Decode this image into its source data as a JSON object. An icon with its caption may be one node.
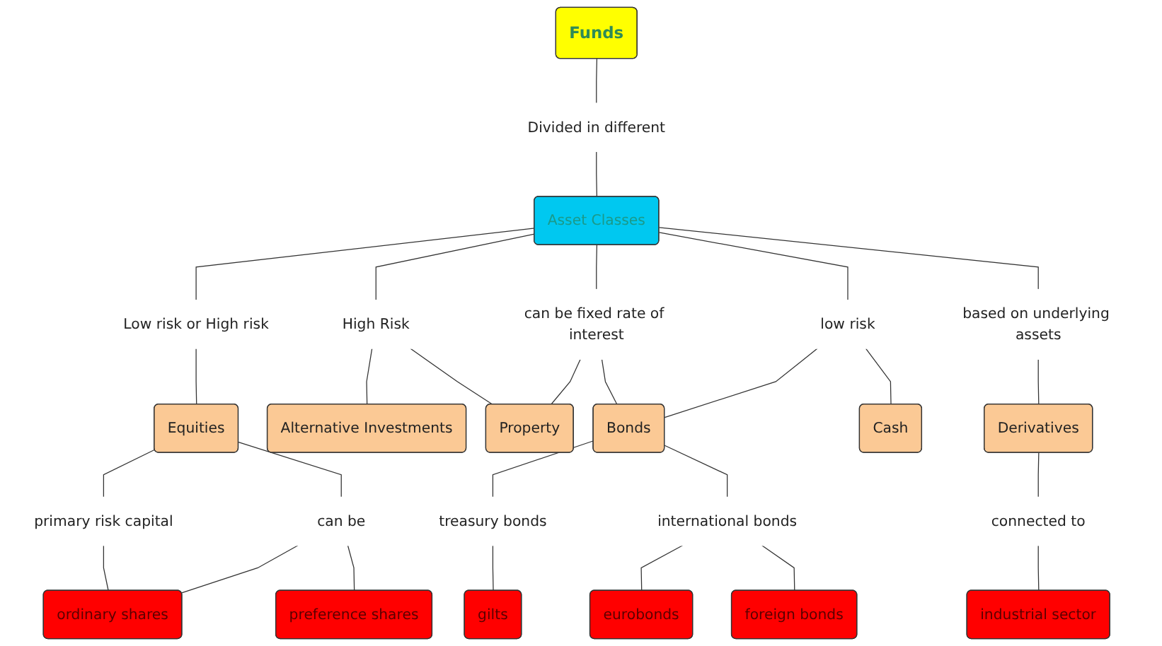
{
  "diagram": {
    "nodes": [
      {
        "text": [
          "Funds"
        ]
      },
      {
        "text": [
          "Divided in different"
        ]
      },
      {
        "text": [
          "Asset Classes"
        ]
      },
      {
        "text": [
          "Low risk or High risk"
        ]
      },
      {
        "text": [
          "based on underlying assets"
        ]
      },
      {
        "text": [
          "Equities"
        ]
      },
      {
        "text": [
          "High Risk"
        ]
      },
      {
        "text": [
          "can be fixed rate of interest"
        ]
      },
      {
        "text": [
          "low risk"
        ]
      },
      {
        "text": [
          "Derivatives"
        ]
      },
      {
        "text": [
          "Alternative Investments"
        ]
      },
      {
        "text": [
          "Property"
        ]
      },
      {
        "text": [
          "Bonds"
        ]
      },
      {
        "text": [
          "Cash"
        ]
      },
      {
        "text": [
          "primary risk capital"
        ]
      },
      {
        "text": [
          "can be"
        ]
      },
      {
        "text": [
          "connected to"
        ]
      },
      {
        "text": [
          "treasury bonds"
        ]
      },
      {
        "text": [
          "international bonds"
        ]
      },
      {
        "text": [
          "ordinary shares"
        ]
      },
      {
        "text": [
          "preference shares"
        ]
      },
      {
        "text": [
          "industrial sector"
        ]
      },
      {
        "text": [
          "gilts"
        ]
      },
      {
        "text": [
          "eurobonds"
        ]
      },
      {
        "text": [
          "foreign bonds"
        ]
      }
    ],
    "edges": [
      {
        "from": 0,
        "to": 1,
        "arrow": "none"
      },
      {
        "from": 1,
        "to": 2,
        "arrow": "none"
      },
      {
        "from": 2,
        "to": 3,
        "arrow": "none"
      },
      {
        "from": 3,
        "to": 5,
        "arrow": "none"
      },
      {
        "from": 2,
        "to": 6,
        "arrow": "none"
      },
      {
        "from": 6,
        "to": 10,
        "arrow": "none"
      },
      {
        "from": 6,
        "to": 11,
        "arrow": "none"
      },
      {
        "from": 2,
        "to": 7,
        "arrow": "none"
      },
      {
        "from": 7,
        "to": 11,
        "arrow": "none"
      },
      {
        "from": 7,
        "to": 12,
        "arrow": "none"
      },
      {
        "from": 2,
        "to": 8,
        "arrow": "none"
      },
      {
        "from": 8,
        "to": 12,
        "arrow": "none"
      },
      {
        "from": 8,
        "to": 13,
        "arrow": "none"
      },
      {
        "from": 2,
        "to": 4,
        "arrow": "none"
      },
      {
        "from": 4,
        "to": 9,
        "arrow": "none"
      },
      {
        "from": 5,
        "to": 14,
        "arrow": "none"
      },
      {
        "from": 14,
        "to": 19,
        "arrow": "none"
      },
      {
        "from": 5,
        "to": 15,
        "arrow": "none"
      },
      {
        "from": 15,
        "to": 19,
        "arrow": "none"
      },
      {
        "from": 15,
        "to": 20,
        "arrow": "none"
      },
      {
        "from": 9,
        "to": 16,
        "arrow": "none"
      },
      {
        "from": 16,
        "to": 21,
        "arrow": "none"
      },
      {
        "from": 12,
        "to": 17,
        "arrow": "none"
      },
      {
        "from": 17,
        "to": 22,
        "arrow": "none"
      },
      {
        "from": 12,
        "to": 18,
        "arrow": "none"
      },
      {
        "from": 18,
        "to": 23,
        "arrow": "none"
      },
      {
        "from": 18,
        "to": 24,
        "arrow": "none"
      }
    ]
  }
}
